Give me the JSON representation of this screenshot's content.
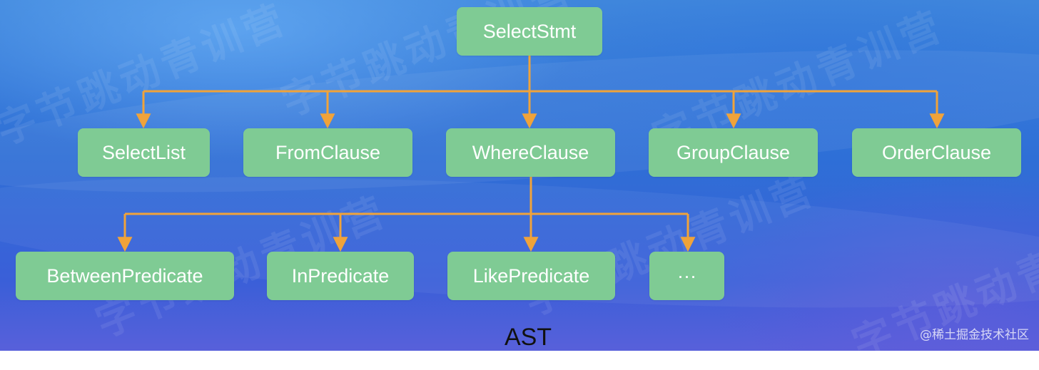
{
  "diagram": {
    "root": "SelectStmt",
    "level1": [
      "SelectList",
      "FromClause",
      "WhereClause",
      "GroupClause",
      "OrderClause"
    ],
    "level2": [
      "BetweenPredicate",
      "InPredicate",
      "LikePredicate",
      "···"
    ],
    "caption": "AST",
    "colors": {
      "node_fill": "#7fcb94",
      "node_text": "#ffffff",
      "edge": "#f0a33a",
      "caption": "#111111"
    }
  },
  "watermark": {
    "text": "字节跳动青训营",
    "credit": "@稀土掘金技术社区"
  }
}
